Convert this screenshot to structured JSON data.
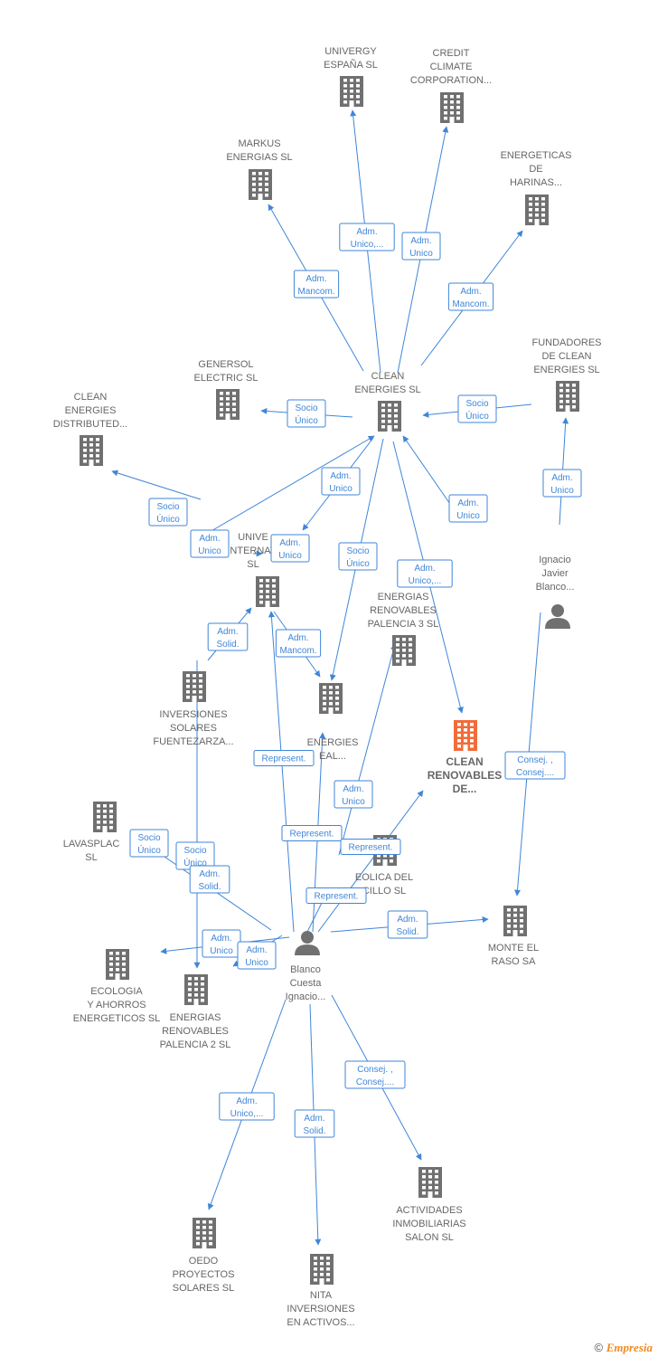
{
  "colors": {
    "edge": "#3f86d8",
    "building": "#707070",
    "focus": "#f26b38",
    "person": "#707070",
    "text": "#666666"
  },
  "footer": {
    "copyright": "©",
    "brand": "Empresia"
  },
  "nodes": [
    {
      "id": "univergy",
      "type": "company",
      "lines": [
        "UNIVERGY",
        "ESPAÑA  SL"
      ]
    },
    {
      "id": "credit",
      "type": "company",
      "lines": [
        "CREDIT",
        "CLIMATE",
        "CORPORATION..."
      ]
    },
    {
      "id": "markus",
      "type": "company",
      "lines": [
        "MARKUS",
        "ENERGIAS SL"
      ]
    },
    {
      "id": "energeticas",
      "type": "company",
      "lines": [
        "ENERGETICAS",
        "DE",
        "HARINAS..."
      ]
    },
    {
      "id": "clean_energies",
      "type": "company",
      "lines": [
        "CLEAN",
        "ENERGIES SL"
      ]
    },
    {
      "id": "fundadores",
      "type": "company",
      "lines": [
        "FUNDADORES",
        "DE CLEAN",
        "ENERGIES SL"
      ]
    },
    {
      "id": "genersol",
      "type": "company",
      "lines": [
        "GENERSOL",
        "ELECTRIC  SL"
      ]
    },
    {
      "id": "clean_distributed",
      "type": "company",
      "lines": [
        "CLEAN",
        "ENERGIES",
        "DISTRIBUTED..."
      ]
    },
    {
      "id": "univergy_int",
      "type": "company",
      "lines": [
        "UNIVE",
        "NTERNAT",
        "SL"
      ]
    },
    {
      "id": "ignacio_javier",
      "type": "person",
      "lines": [
        "Ignacio",
        "Javier",
        "Blanco..."
      ]
    },
    {
      "id": "palencia3",
      "type": "company",
      "lines": [
        "ENERGIAS",
        "RENOVABLES",
        "PALENCIA 3 SL"
      ]
    },
    {
      "id": "inversiones_fuente",
      "type": "company",
      "lines": [
        "INVERSIONES",
        "SOLARES",
        "FUENTEZARZA..."
      ]
    },
    {
      "id": "energies_real",
      "type": "company",
      "lines": [
        "ENERGIES",
        "EAL..."
      ]
    },
    {
      "id": "clean_renovables",
      "type": "focus",
      "lines": [
        "CLEAN",
        "RENOVABLES",
        "DE..."
      ]
    },
    {
      "id": "lavasplac",
      "type": "company",
      "lines": [
        "LAVASPLAC",
        "SL"
      ]
    },
    {
      "id": "eolica",
      "type": "company",
      "lines": [
        "EOLICA DEL",
        "CILLO SL"
      ]
    },
    {
      "id": "monte",
      "type": "company",
      "lines": [
        "MONTE EL",
        "RASO SA"
      ]
    },
    {
      "id": "blanco_cuesta",
      "type": "person",
      "lines": [
        "Blanco",
        "Cuesta",
        "Ignacio..."
      ]
    },
    {
      "id": "ecologia",
      "type": "company",
      "lines": [
        "ECOLOGIA",
        "Y AHORROS",
        "ENERGETICOS SL"
      ]
    },
    {
      "id": "palencia2",
      "type": "company",
      "lines": [
        "ENERGIAS",
        "RENOVABLES",
        "PALENCIA 2 SL"
      ]
    },
    {
      "id": "actividades",
      "type": "company",
      "lines": [
        "ACTIVIDADES",
        "INMOBILIARIAS",
        "SALON SL"
      ]
    },
    {
      "id": "oedo",
      "type": "company",
      "lines": [
        "OEDO",
        "PROYECTOS",
        "SOLARES  SL"
      ]
    },
    {
      "id": "nita",
      "type": "company",
      "lines": [
        "NITA",
        "INVERSIONES",
        "EN ACTIVOS..."
      ]
    }
  ],
  "edges": [
    {
      "lines": [
        "Adm.",
        "Unico,..."
      ]
    },
    {
      "lines": [
        "Adm.",
        "Unico"
      ]
    },
    {
      "lines": [
        "Adm.",
        "Mancom."
      ]
    },
    {
      "lines": [
        "Adm.",
        "Mancom."
      ]
    },
    {
      "lines": [
        "Socio",
        "Único"
      ]
    },
    {
      "lines": [
        "Socio",
        "Único"
      ]
    },
    {
      "lines": [
        "Adm.",
        "Unico"
      ]
    },
    {
      "lines": [
        "Socio",
        "Único"
      ]
    },
    {
      "lines": [
        "Adm.",
        "Unico"
      ]
    },
    {
      "lines": [
        "Adm.",
        "Unico"
      ]
    },
    {
      "lines": [
        "Socio",
        "Único"
      ]
    },
    {
      "lines": [
        "Adm.",
        "Unico,..."
      ]
    },
    {
      "lines": [
        "Adm.",
        "Unico"
      ]
    },
    {
      "lines": [
        "Adm.",
        "Solid."
      ]
    },
    {
      "lines": [
        "Adm.",
        "Mancom."
      ]
    },
    {
      "lines": [
        "Adm.",
        "Unico"
      ]
    },
    {
      "lines": [
        "Represent."
      ]
    },
    {
      "lines": [
        "Consej. ,",
        "Consej...."
      ]
    },
    {
      "lines": [
        "Adm.",
        "Unico"
      ]
    },
    {
      "lines": [
        "Represent."
      ]
    },
    {
      "lines": [
        "Represent."
      ]
    },
    {
      "lines": [
        "Socio",
        "Único"
      ]
    },
    {
      "lines": [
        "Socio",
        "Único"
      ]
    },
    {
      "lines": [
        "Adm.",
        "Solid."
      ]
    },
    {
      "lines": [
        "Represent."
      ]
    },
    {
      "lines": [
        "Adm.",
        "Solid."
      ]
    },
    {
      "lines": [
        "Adm.",
        "Unico"
      ]
    },
    {
      "lines": [
        "Adm.",
        "Unico"
      ]
    },
    {
      "lines": [
        "Consej. ,",
        "Consej...."
      ]
    },
    {
      "lines": [
        "Adm.",
        "Unico,..."
      ]
    },
    {
      "lines": [
        "Adm.",
        "Solid."
      ]
    }
  ]
}
